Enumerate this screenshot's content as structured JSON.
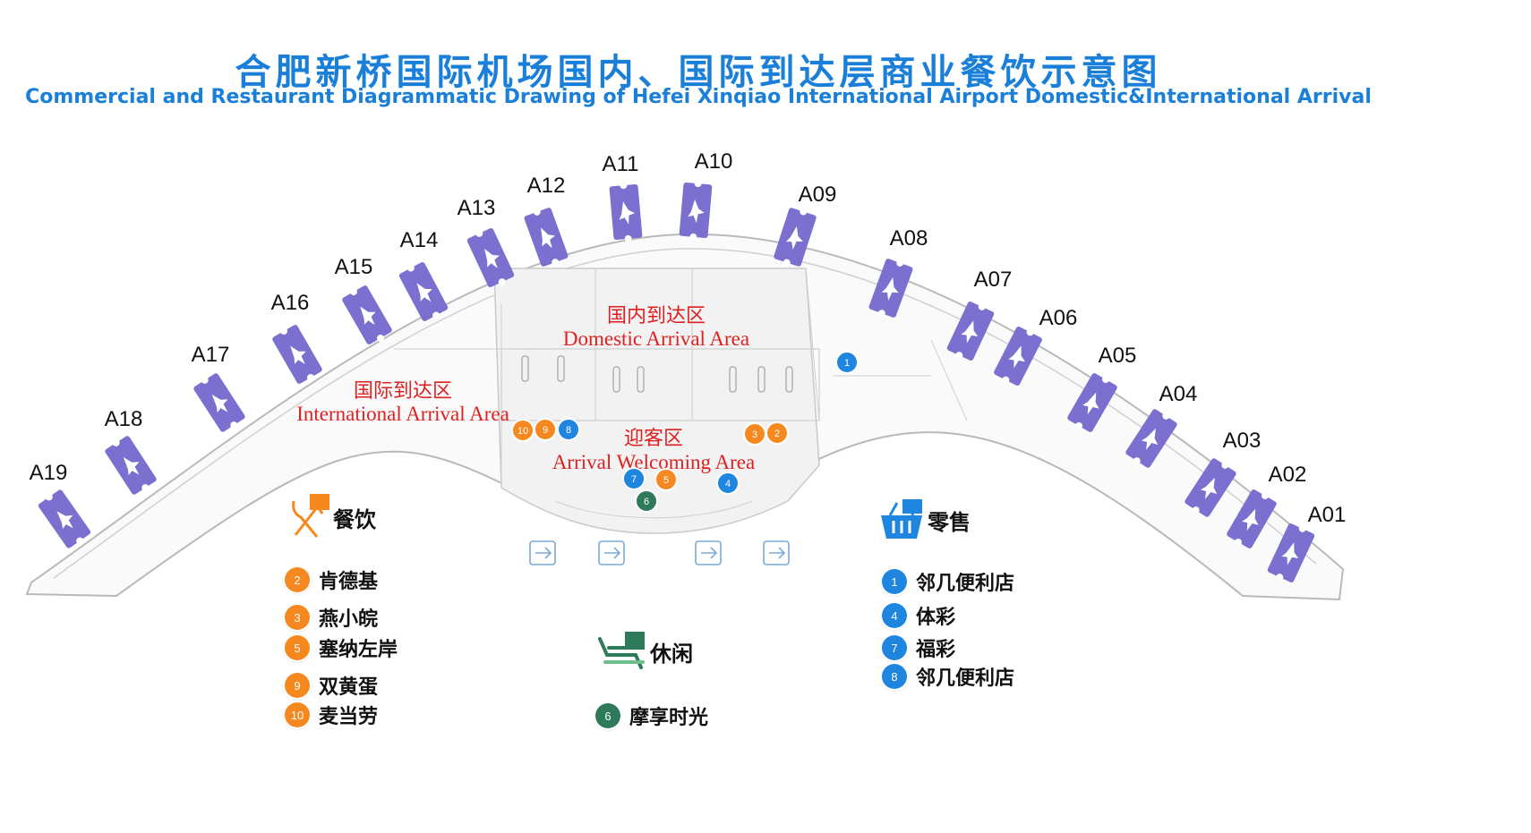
{
  "title": {
    "cn": "合肥新桥国际机场国内、国际到达层商业餐饮示意图",
    "en": "Commercial and Restaurant Diagrammatic Drawing of Hefei Xinqiao International Airport Domestic&International Arrival"
  },
  "gates": [
    "A01",
    "A02",
    "A03",
    "A04",
    "A05",
    "A06",
    "A07",
    "A08",
    "A09",
    "A10",
    "A11",
    "A12",
    "A13",
    "A14",
    "A15",
    "A16",
    "A17",
    "A18",
    "A19"
  ],
  "areas": {
    "domestic": {
      "cn": "国内到达区",
      "en": "Domestic Arrival Area"
    },
    "international": {
      "cn": "国际到达区",
      "en": "International Arrival Area"
    },
    "welcoming": {
      "cn": "迎客区",
      "en": "Arrival Welcoming Area"
    }
  },
  "markers": [
    "10",
    "9",
    "8",
    "3",
    "2",
    "7",
    "5",
    "4",
    "6",
    "1"
  ],
  "colors": {
    "dining": "#f5891f",
    "retail": "#1f86e0",
    "leisure": "#2f7a5a",
    "gate": "#7b70d0",
    "title": "#1a7fd8",
    "area_text": "#e02020"
  },
  "legend": {
    "dining": {
      "title": "餐饮",
      "icon": "fork-knife-icon",
      "items": [
        {
          "num": "2",
          "name": "肯德基"
        },
        {
          "num": "3",
          "name": "燕小皖"
        },
        {
          "num": "5",
          "name": "塞纳左岸"
        },
        {
          "num": "9",
          "name": "双黄蛋"
        },
        {
          "num": "10",
          "name": "麦当劳"
        }
      ]
    },
    "leisure": {
      "title": "休闲",
      "icon": "lounge-chair-icon",
      "items": [
        {
          "num": "6",
          "name": "摩享时光"
        }
      ]
    },
    "retail": {
      "title": "零售",
      "icon": "shopping-basket-icon",
      "items": [
        {
          "num": "1",
          "name": "邻几便利店"
        },
        {
          "num": "4",
          "name": "体彩"
        },
        {
          "num": "7",
          "name": "福彩"
        },
        {
          "num": "8",
          "name": "邻几便利店"
        }
      ]
    }
  }
}
